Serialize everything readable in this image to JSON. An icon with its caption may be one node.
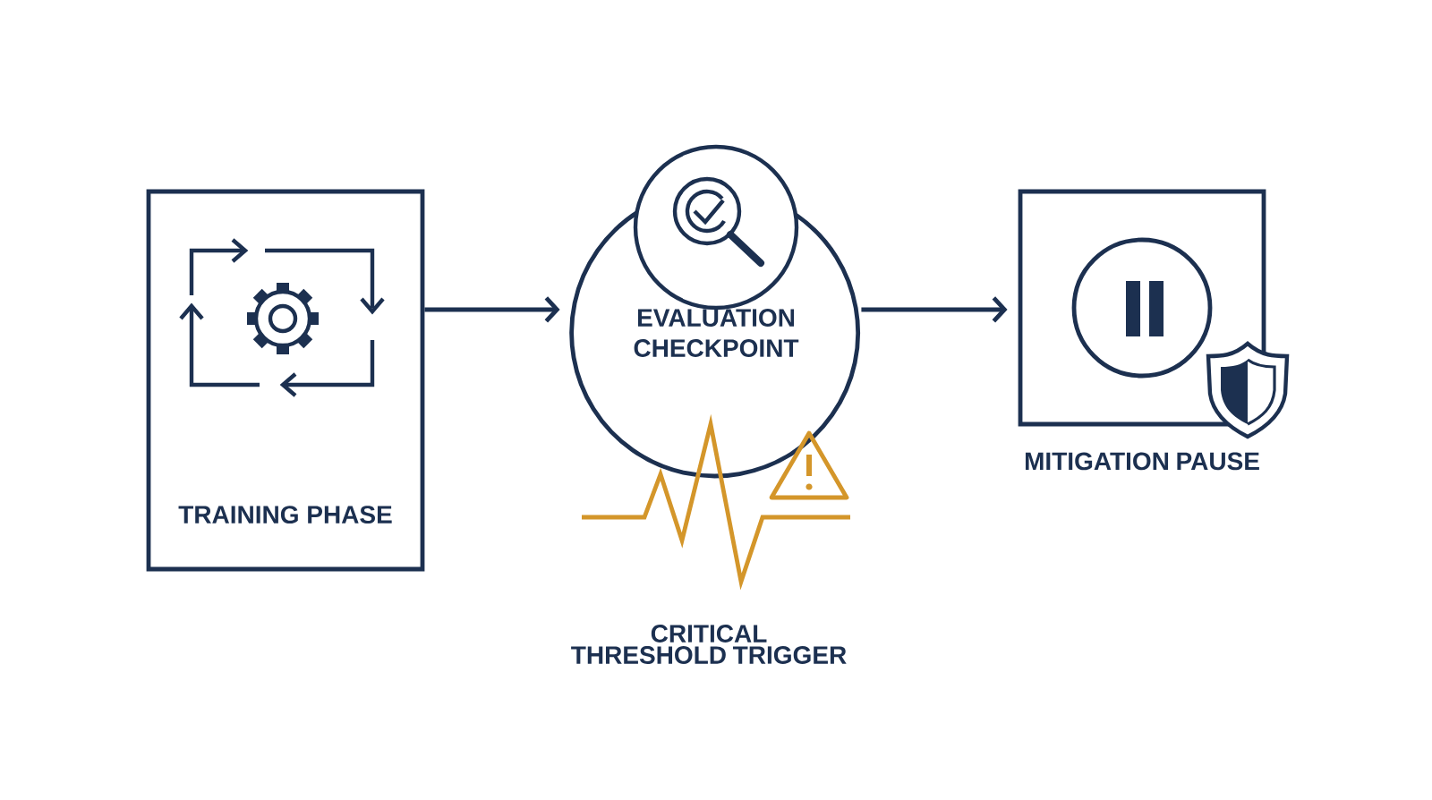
{
  "diagram": {
    "nodes": [
      {
        "text": [
          "TRAINING PHASE"
        ]
      },
      {
        "text": [
          "EVALUATION CHECKPOINT"
        ]
      },
      {
        "text": [
          "MITIGATION PAUSE"
        ]
      }
    ],
    "edges": [
      {
        "from": 0,
        "to": 1,
        "arrow": "to"
      },
      {
        "from": 1,
        "to": 2,
        "arrow": "to"
      }
    ],
    "labels": [
      "CRITICAL THRESHOLD TRIGGER"
    ]
  }
}
